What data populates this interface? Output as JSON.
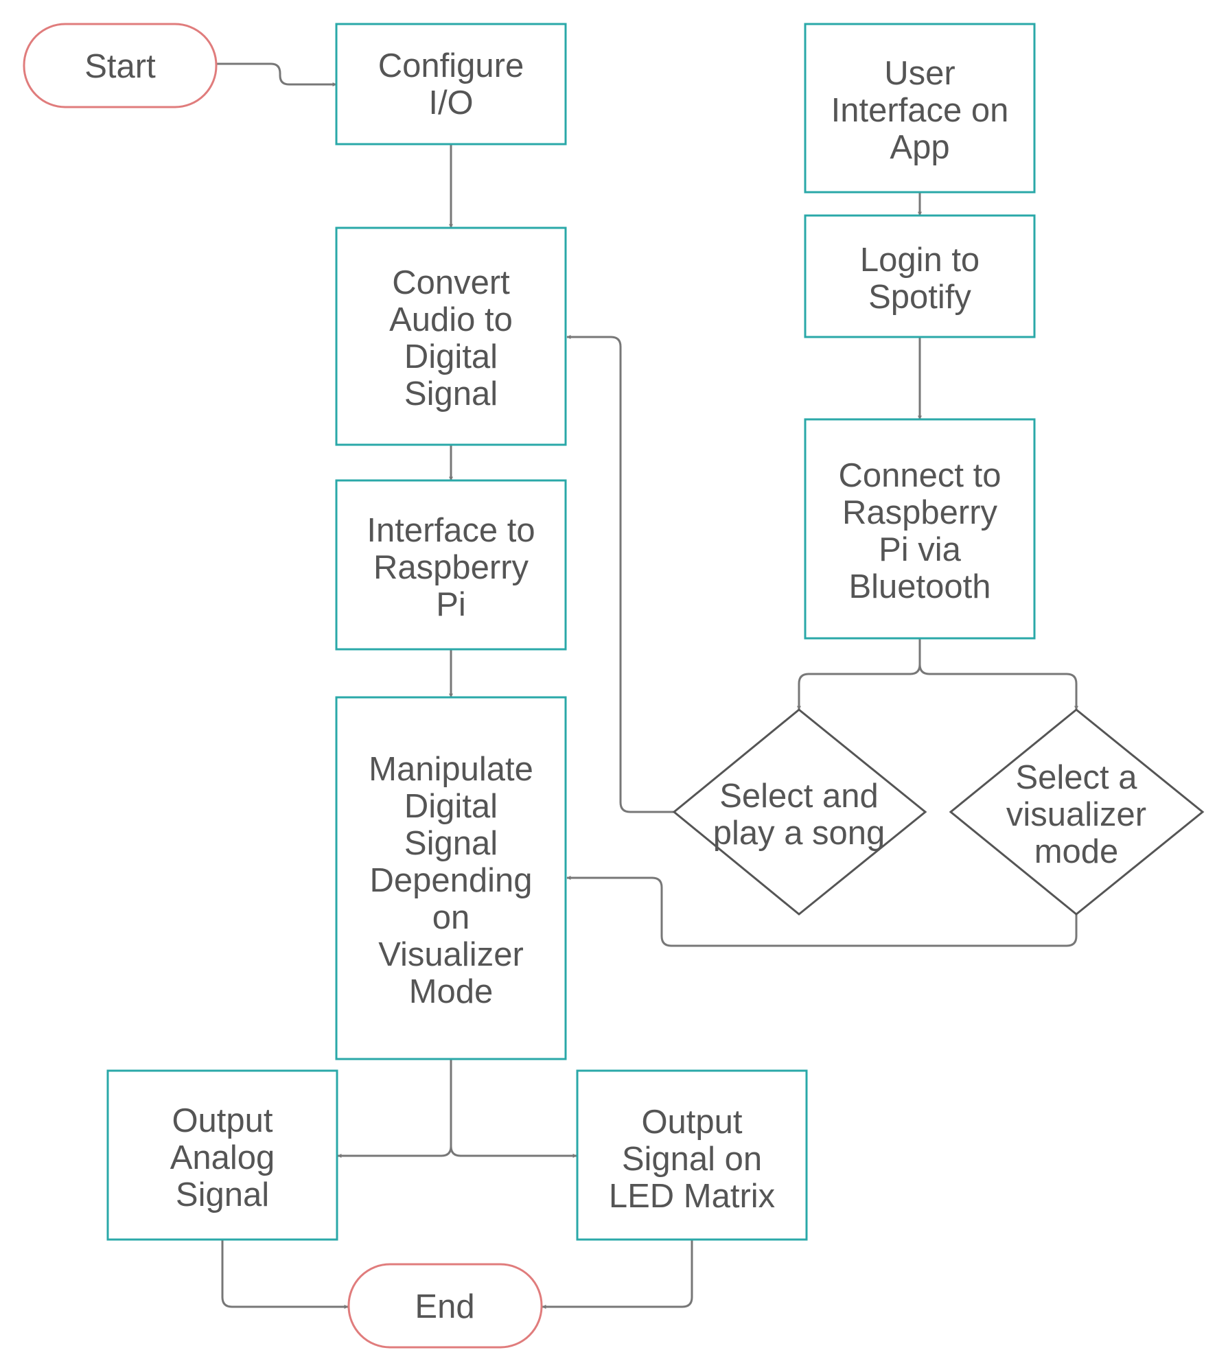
{
  "colors": {
    "process_border": "#2aa8a8",
    "terminal_border": "#e07c7c",
    "decision_border": "#555555",
    "connector": "#777777",
    "text": "#555555"
  },
  "nodes": {
    "start": {
      "label": "Start"
    },
    "configure_io": {
      "lines": [
        "Configure",
        "I/O"
      ]
    },
    "convert_audio": {
      "lines": [
        "Convert",
        "Audio to",
        "Digital",
        "Signal"
      ]
    },
    "interface_pi": {
      "lines": [
        "Interface to",
        "Raspberry",
        "Pi"
      ]
    },
    "manipulate": {
      "lines": [
        "Manipulate",
        "Digital",
        "Signal",
        "Depending",
        "on",
        "Visualizer",
        "Mode"
      ]
    },
    "user_interface": {
      "lines": [
        "User",
        "Interface on",
        "App"
      ]
    },
    "login_spotify": {
      "lines": [
        "Login to",
        "Spotify"
      ]
    },
    "connect_pi": {
      "lines": [
        "Connect to",
        "Raspberry",
        "Pi via",
        "Bluetooth"
      ]
    },
    "select_song": {
      "lines": [
        "Select and",
        "play a song"
      ]
    },
    "select_mode": {
      "lines": [
        "Select a",
        "visualizer",
        "mode"
      ]
    },
    "output_analog": {
      "lines": [
        "Output",
        "Analog",
        "Signal"
      ]
    },
    "output_led": {
      "lines": [
        "Output",
        "Signal on",
        "LED Matrix"
      ]
    },
    "end": {
      "label": "End"
    }
  }
}
